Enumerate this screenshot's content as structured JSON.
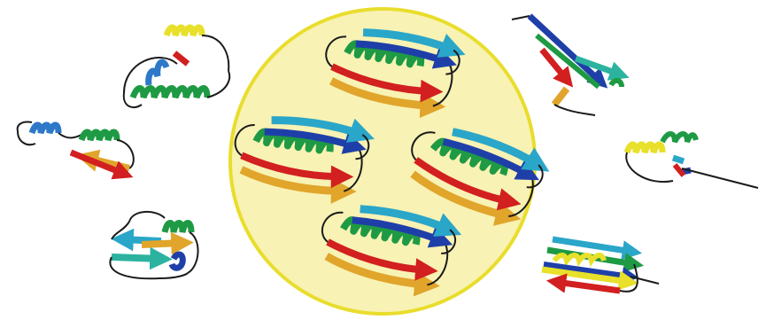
{
  "figure": {
    "colors": {
      "background": "#ffffff",
      "center_disc_fill": "#f8f2b4",
      "center_disc_stroke": "#e9dd2c",
      "coil": "#1b1b1b",
      "helix_green": "#1f9a44",
      "helix_blue": "#2e78c8",
      "helix_yellow": "#e8e02a",
      "strand_cyan": "#2aa6c9",
      "strand_blue": "#1f3fa8",
      "strand_green": "#1f9a44",
      "strand_red": "#d21f1f",
      "strand_orange": "#e0a52a",
      "strand_teal": "#2cb3a0",
      "strand_yellow": "#e8e02a"
    },
    "center_cluster": {
      "label": "",
      "folded_structures": [
        "folded-top",
        "folded-left",
        "folded-right",
        "folded-bottom"
      ]
    },
    "surrounding_structures": [
      "misfold-top-left",
      "misfold-mid-left",
      "misfold-bottom-left",
      "misfold-top-right",
      "misfold-mid-right",
      "misfold-bottom-right"
    ]
  }
}
